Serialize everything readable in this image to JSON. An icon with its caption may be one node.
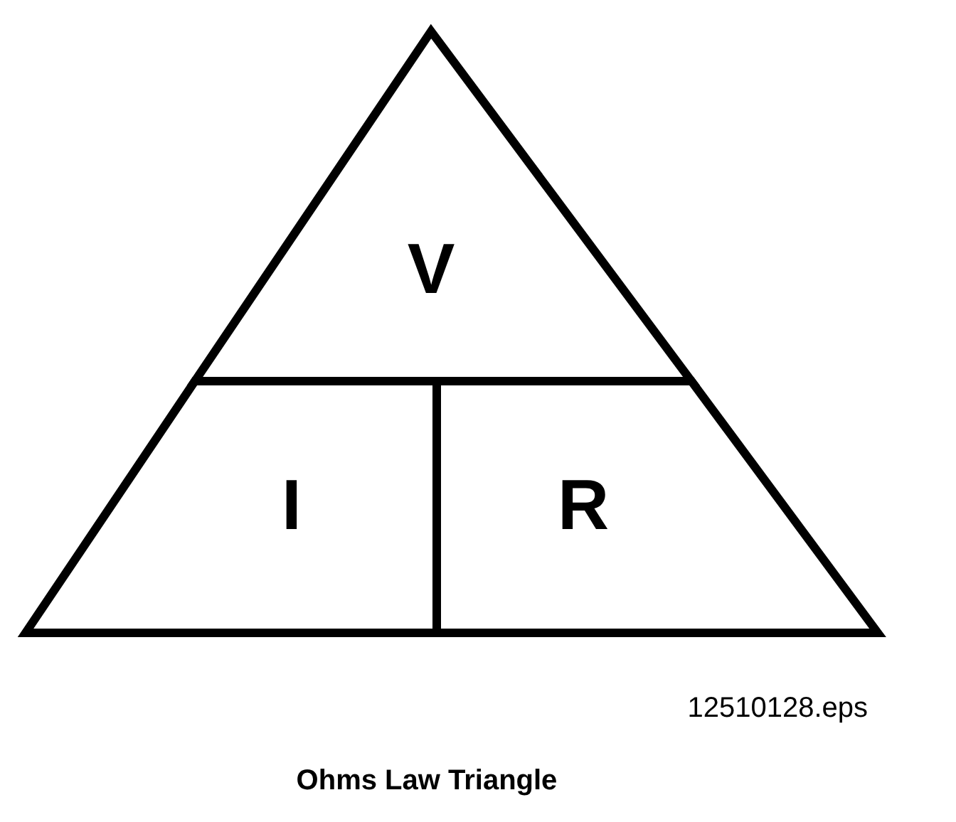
{
  "diagram": {
    "caption": "Ohms Law Triangle",
    "nodes": [
      {
        "text": [
          "V"
        ]
      },
      {
        "text": [
          "I"
        ]
      },
      {
        "text": [
          "R"
        ]
      }
    ],
    "labels": [
      "12510128.eps"
    ]
  }
}
